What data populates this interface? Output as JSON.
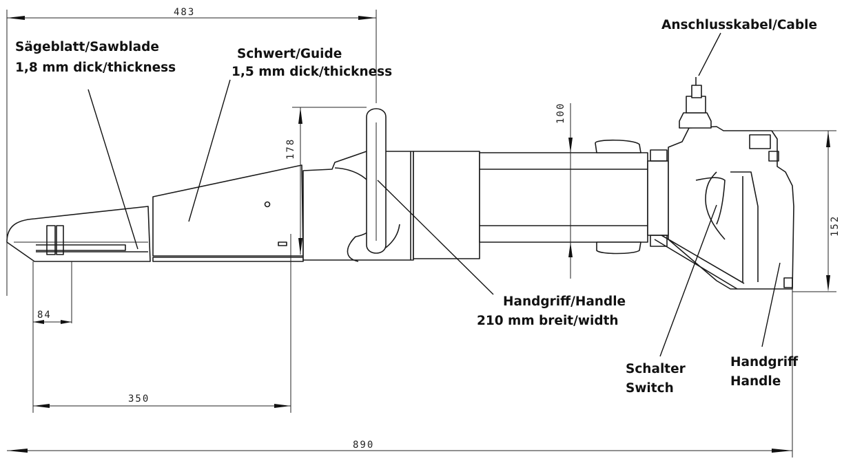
{
  "labels": {
    "blade_line1": "Sägeblatt/Sawblade",
    "blade_line2": "1,8 mm dick/thickness",
    "guide_line1": "Schwert/Guide",
    "guide_line2": "1,5 mm dick/thickness",
    "cable": "Anschlusskabel/Cable",
    "handle_front_line1": "Handgriff/Handle",
    "handle_front_line2": "210 mm breit/width",
    "switch_line1": "Schalter",
    "switch_line2": "Switch",
    "handle_rear_line1": "Handgriff",
    "handle_rear_line2": "Handle"
  },
  "dimensions": {
    "top_length": "483",
    "guide_height": "178",
    "motor_height": "100",
    "rear_height": "152",
    "blade_stub": "84",
    "blade_length": "350",
    "overall_length": "890"
  }
}
